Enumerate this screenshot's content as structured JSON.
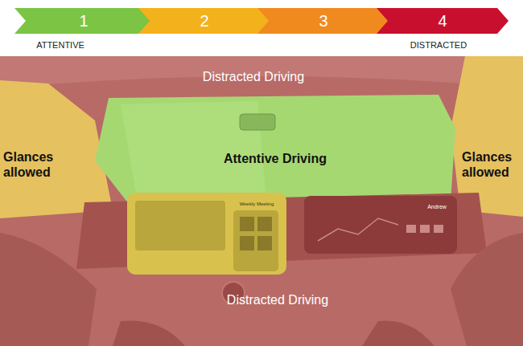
{
  "diagram": {
    "nodes": [
      {
        "text": [
          "1"
        ]
      },
      {
        "text": [
          "2"
        ]
      },
      {
        "text": [
          "3"
        ]
      },
      {
        "text": [
          "4"
        ]
      }
    ],
    "labels": [
      "ATTENTIVE",
      "DISTRACTED",
      "Distracted Driving",
      "Attentive Driving",
      "Glances allowed",
      "Glances allowed",
      "Distracted Driving",
      "Weekly Meeting",
      "Andrew"
    ]
  }
}
